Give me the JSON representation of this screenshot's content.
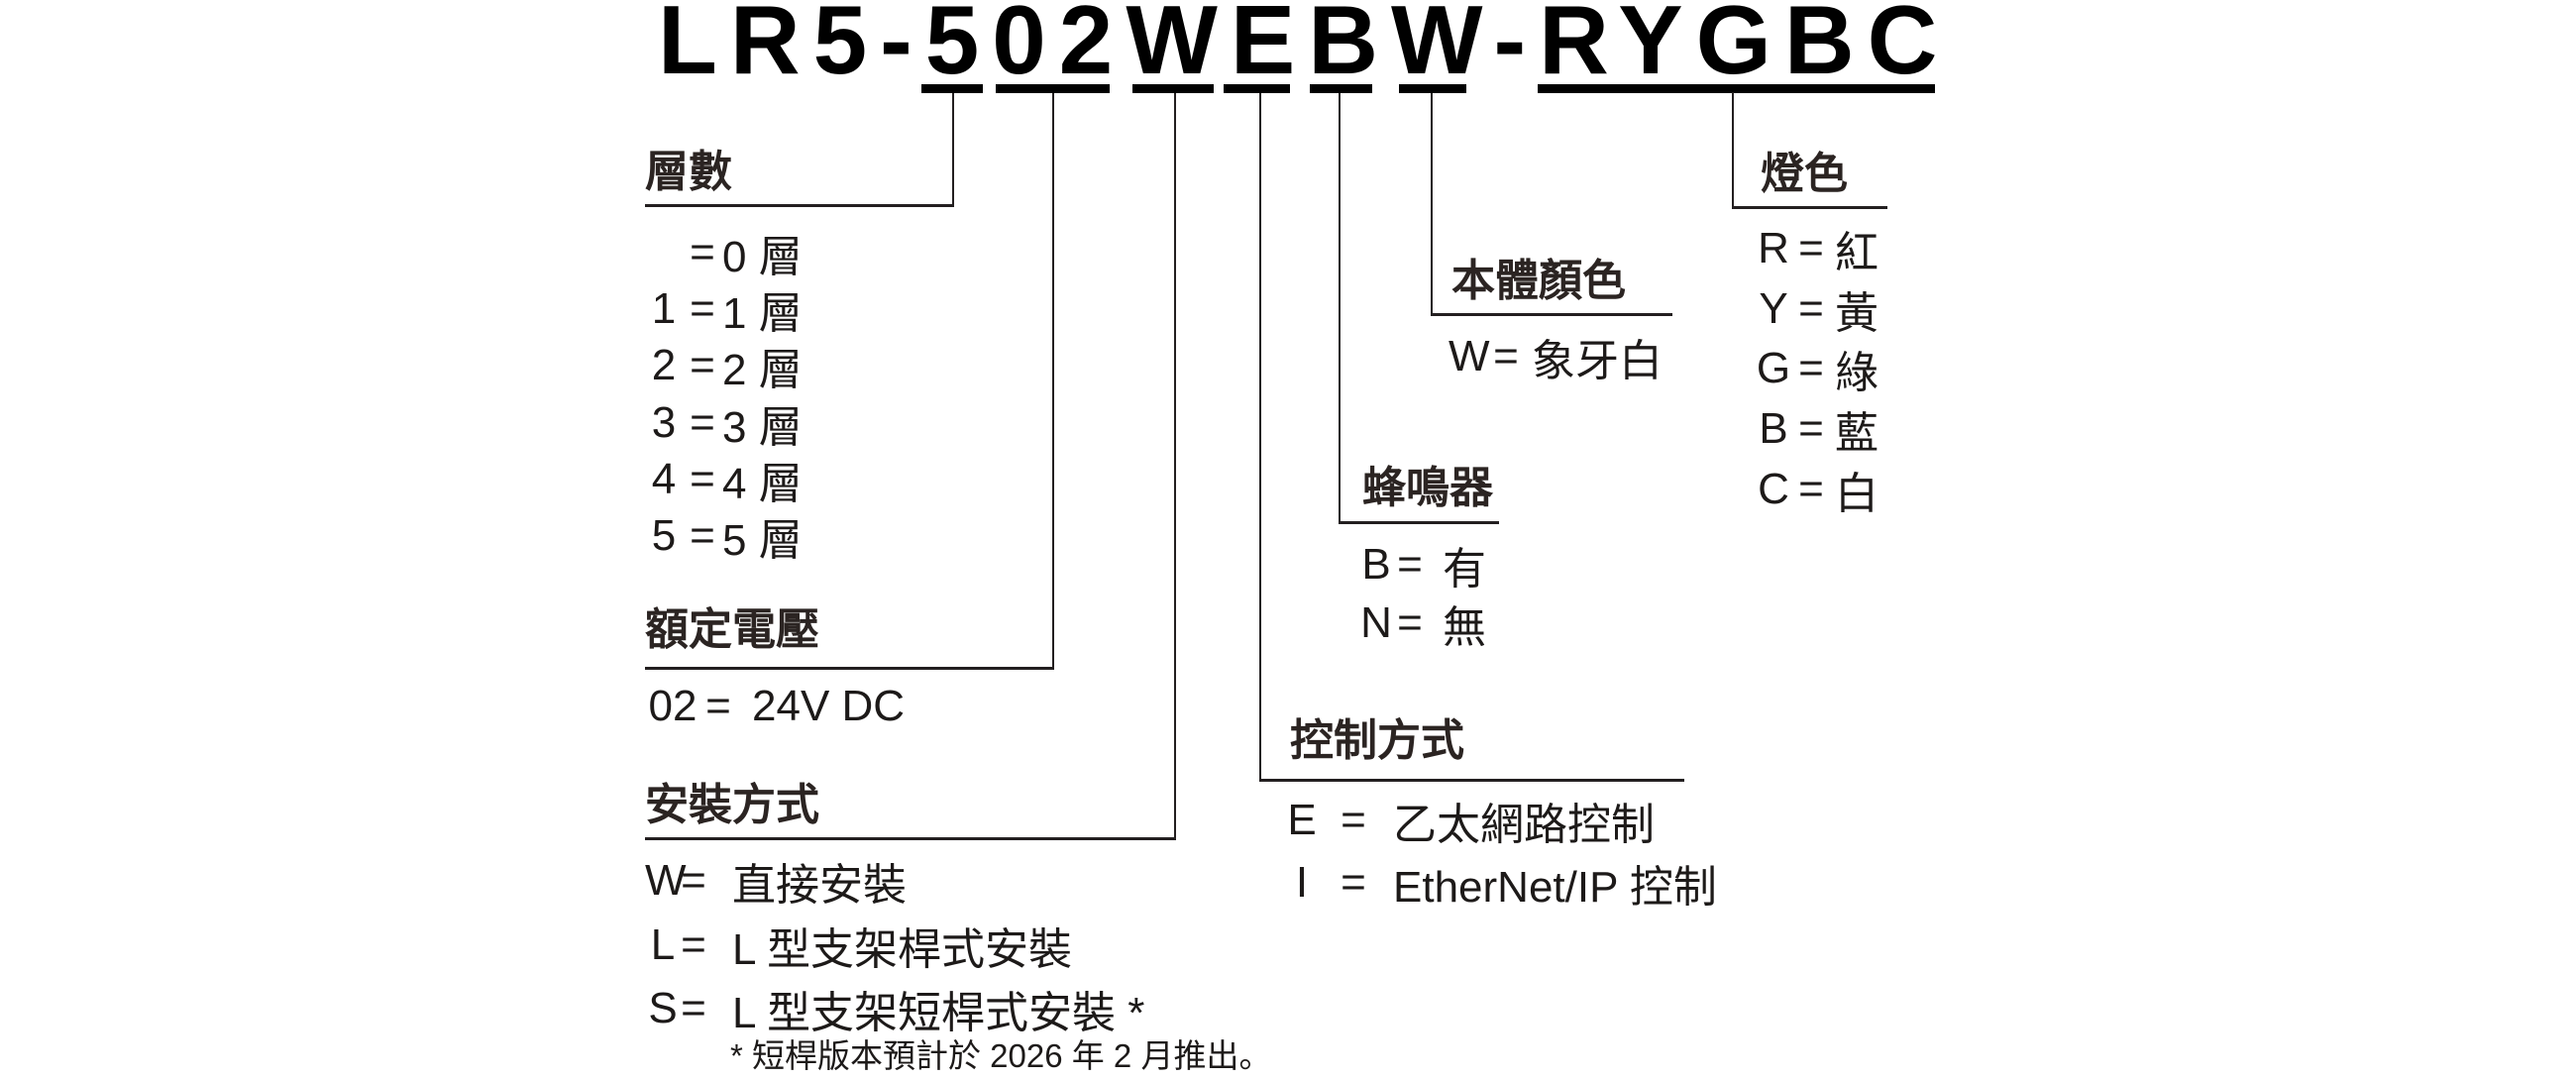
{
  "model": {
    "full": "LR5-502WEBW-RYGBC",
    "prefix": "LR5-",
    "separator": "-",
    "segments": {
      "layers": "5",
      "voltage": "02",
      "mounting": "W",
      "control": "E",
      "buzzer": "B",
      "body_color": "W",
      "led_colors": "RYGBC"
    }
  },
  "symbols": {
    "equals": "="
  },
  "sections": {
    "layers": {
      "label": "層數",
      "items": [
        {
          "code": "",
          "value": "0 層"
        },
        {
          "code": "1",
          "value": "1 層"
        },
        {
          "code": "2",
          "value": "2 層"
        },
        {
          "code": "3",
          "value": "3 層"
        },
        {
          "code": "4",
          "value": "4 層"
        },
        {
          "code": "5",
          "value": "5 層"
        }
      ]
    },
    "voltage": {
      "label": "額定電壓",
      "items": [
        {
          "code": "02",
          "value": "24V DC"
        }
      ]
    },
    "mounting": {
      "label": "安裝方式",
      "items": [
        {
          "code": "W",
          "value": "直接安裝"
        },
        {
          "code": "L",
          "value": "L 型支架桿式安裝"
        },
        {
          "code": "S",
          "value": "L 型支架短桿式安裝 *"
        }
      ]
    },
    "control": {
      "label": "控制方式",
      "items": [
        {
          "code": "E",
          "value": "乙太網路控制"
        },
        {
          "code": "I",
          "value": "EtherNet/IP 控制"
        }
      ]
    },
    "buzzer": {
      "label": "蜂鳴器",
      "items": [
        {
          "code": "B",
          "value": "有"
        },
        {
          "code": "N",
          "value": "無"
        }
      ]
    },
    "body_color": {
      "label": "本體顏色",
      "items": [
        {
          "code": "W",
          "value": "象牙白"
        }
      ]
    },
    "led_color": {
      "label": "燈色",
      "items": [
        {
          "code": "R",
          "value": "紅"
        },
        {
          "code": "Y",
          "value": "黃"
        },
        {
          "code": "G",
          "value": "綠"
        },
        {
          "code": "B",
          "value": "藍"
        },
        {
          "code": "C",
          "value": "白"
        }
      ]
    }
  },
  "footnote": "* 短桿版本預計於 2026 年 2 月推出。"
}
